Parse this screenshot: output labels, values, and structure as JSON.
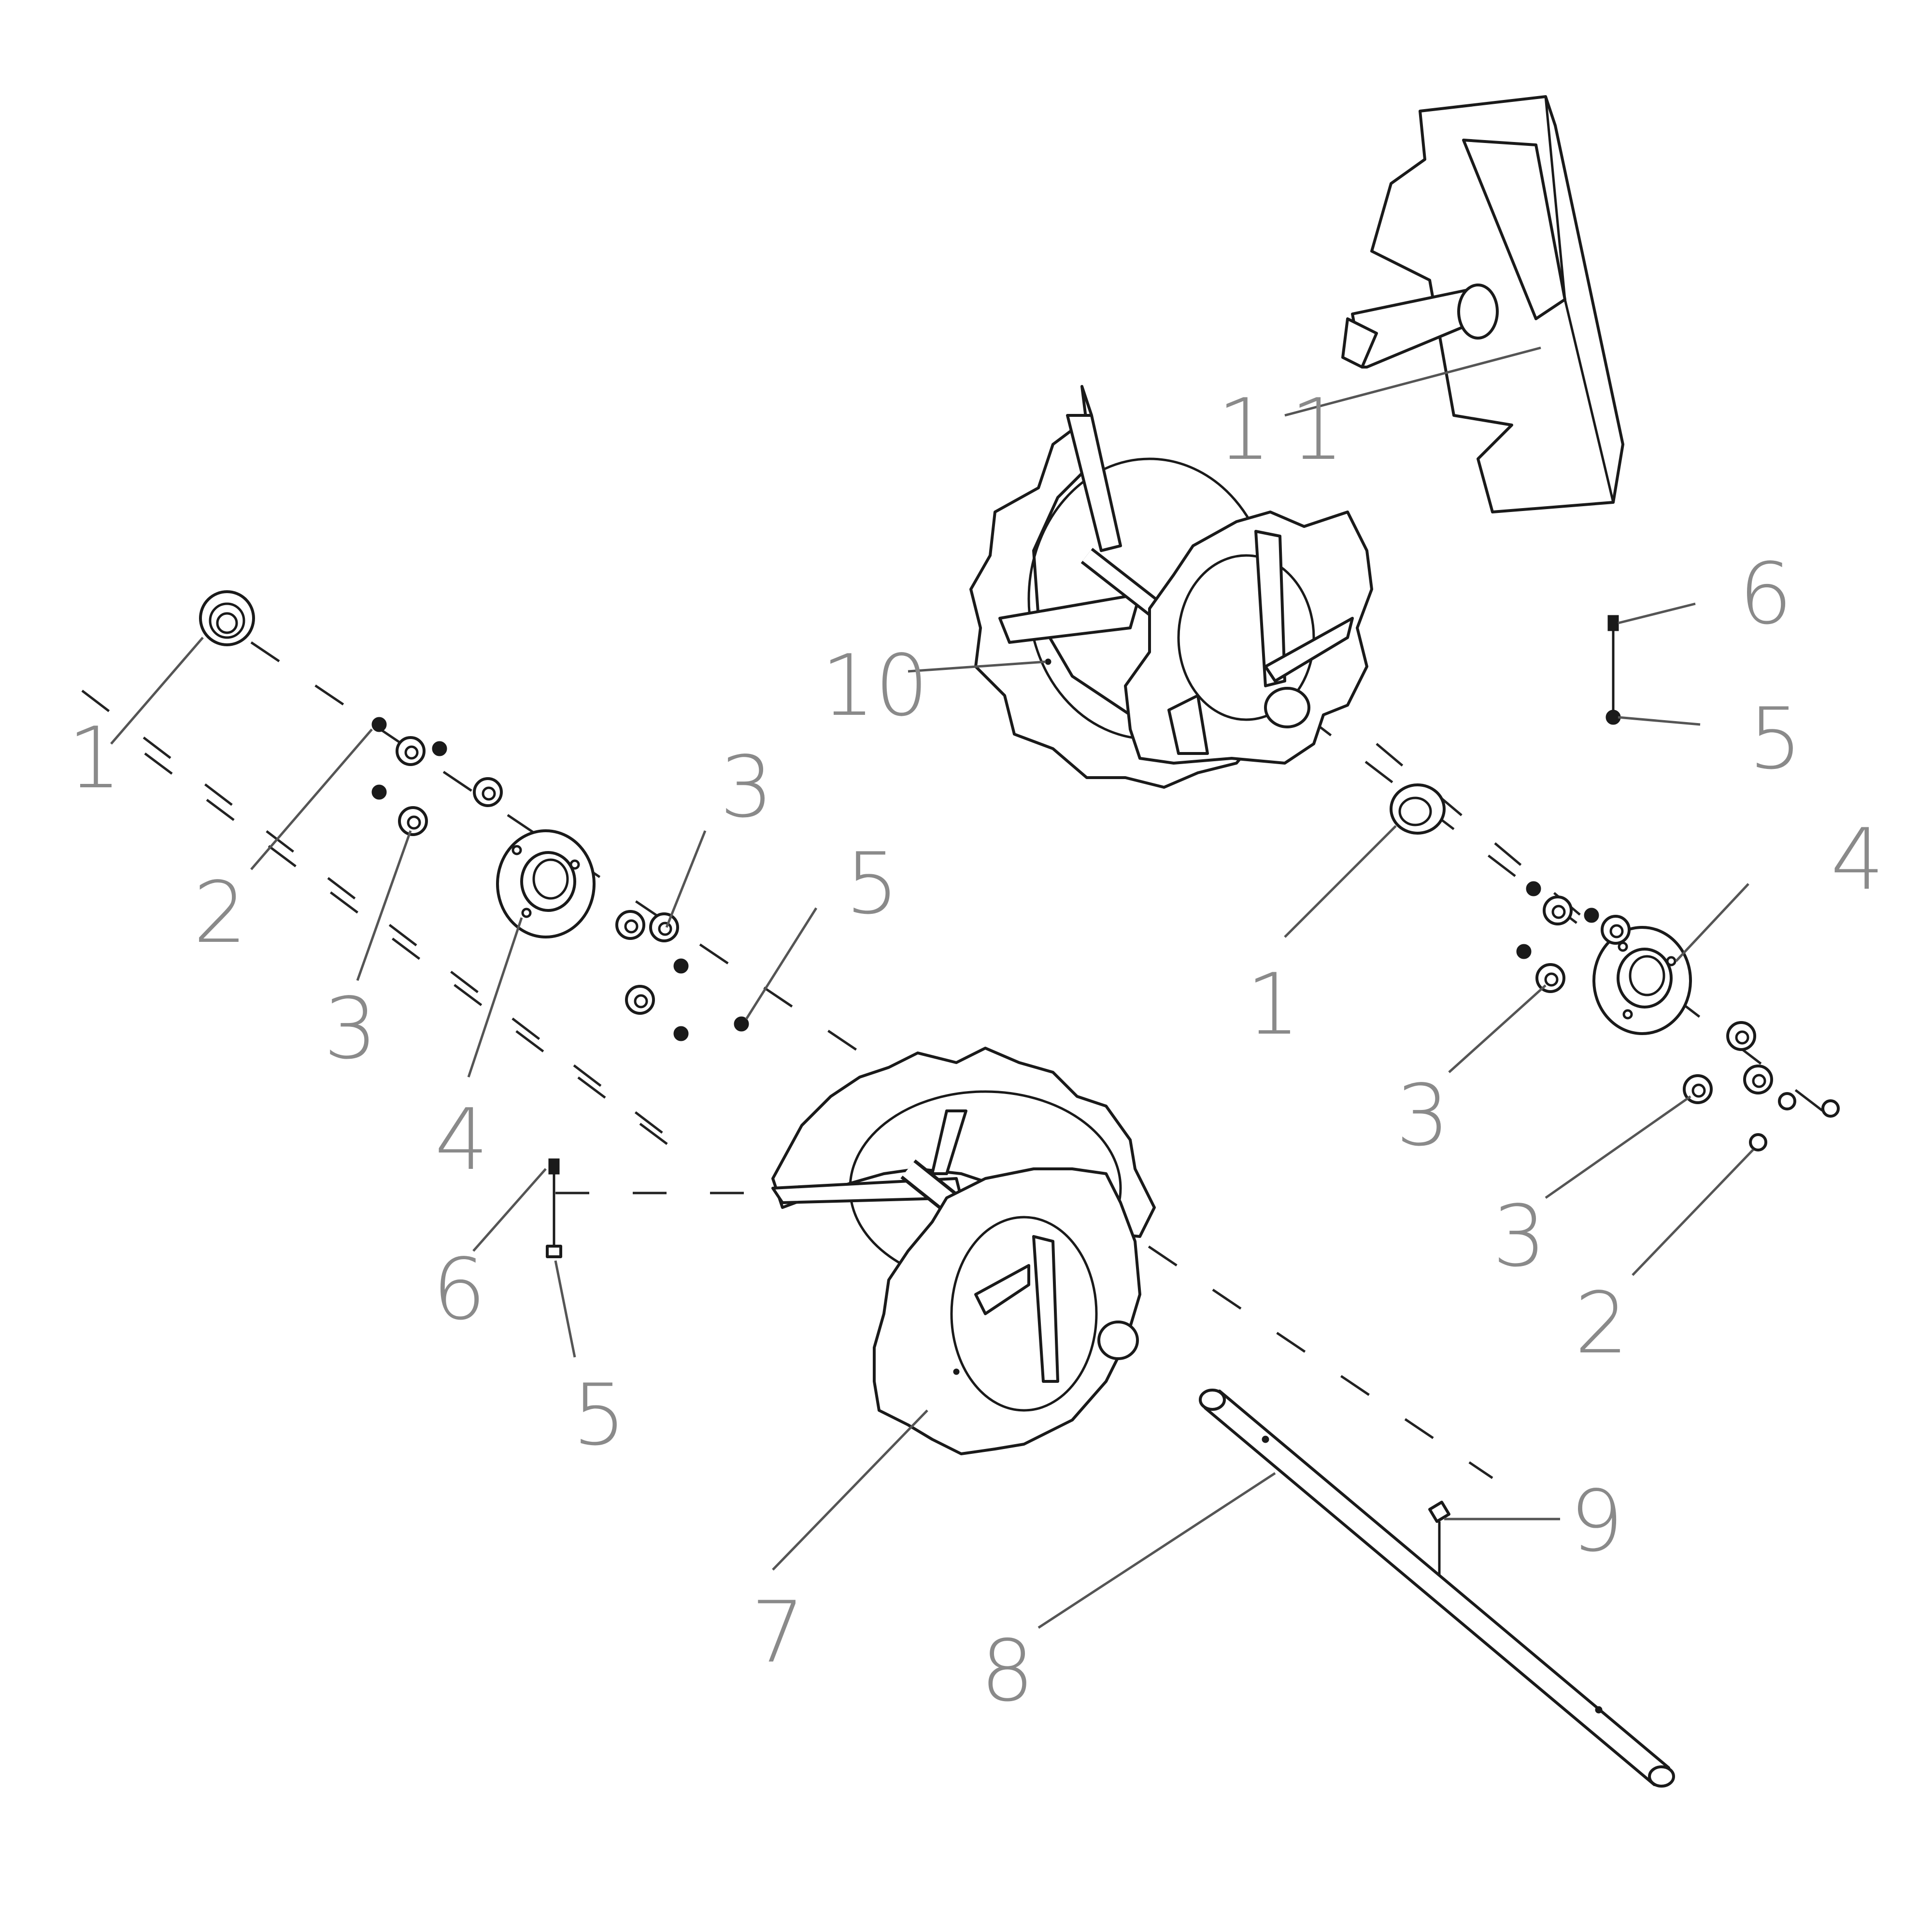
{
  "diagram": {
    "type": "exploded-parts-view",
    "callouts": [
      {
        "id": "c1a",
        "text": "1",
        "part": "bearing"
      },
      {
        "id": "c2a",
        "text": "2",
        "part": "screw"
      },
      {
        "id": "c3a",
        "text": "3",
        "part": "washer"
      },
      {
        "id": "c3b",
        "text": "3",
        "part": "washer"
      },
      {
        "id": "c4a",
        "text": "4",
        "part": "bearing-flange"
      },
      {
        "id": "c5a",
        "text": "5",
        "part": "nut"
      },
      {
        "id": "c5b",
        "text": "5",
        "part": "nut"
      },
      {
        "id": "c6a",
        "text": "6",
        "part": "shear-bolt"
      },
      {
        "id": "c7",
        "text": "7",
        "part": "auger-left"
      },
      {
        "id": "c8",
        "text": "8",
        "part": "auger-shaft"
      },
      {
        "id": "c9",
        "text": "9",
        "part": "grease-fitting"
      },
      {
        "id": "c10",
        "text": "10",
        "part": "auger-right"
      },
      {
        "id": "c11",
        "text": "11",
        "part": "impeller"
      },
      {
        "id": "c6b",
        "text": "6",
        "part": "shear-bolt"
      },
      {
        "id": "c5c",
        "text": "5",
        "part": "nut"
      },
      {
        "id": "c1b",
        "text": "1",
        "part": "bearing"
      },
      {
        "id": "c4b",
        "text": "4",
        "part": "bearing-flange"
      },
      {
        "id": "c3c",
        "text": "3",
        "part": "washer"
      },
      {
        "id": "c3d",
        "text": "3",
        "part": "washer"
      },
      {
        "id": "c2b",
        "text": "2",
        "part": "screw"
      }
    ],
    "colors": {
      "line": "#1a1a1a",
      "callout_text": "#8a8a8a",
      "leader": "#555555",
      "background": "#ffffff"
    }
  }
}
